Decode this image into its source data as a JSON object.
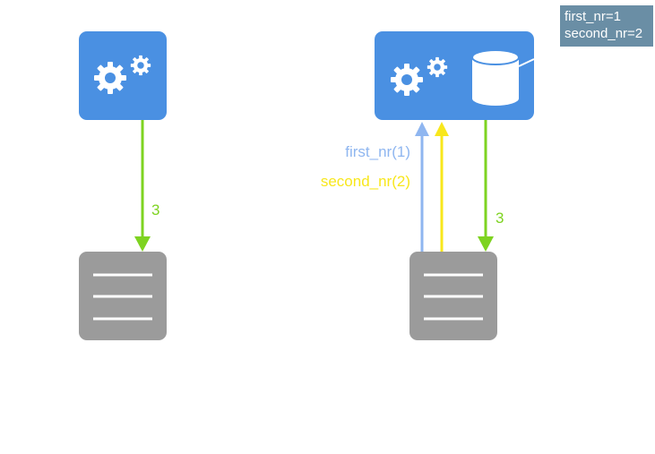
{
  "left": {
    "arrow_label": "3"
  },
  "right": {
    "arrow_label": "3",
    "call_first": "first_nr(1)",
    "call_second": "second_nr(2)"
  },
  "state_box": {
    "line1": "first_nr=1",
    "line2": "second_nr=2"
  },
  "colors": {
    "service_blue": "#4a90e2",
    "client_gray": "#9b9b9b",
    "green": "#7ed321",
    "light_blue": "#8fb6f0",
    "yellow": "#f8e71c",
    "state_box": "#6a8ea5"
  }
}
